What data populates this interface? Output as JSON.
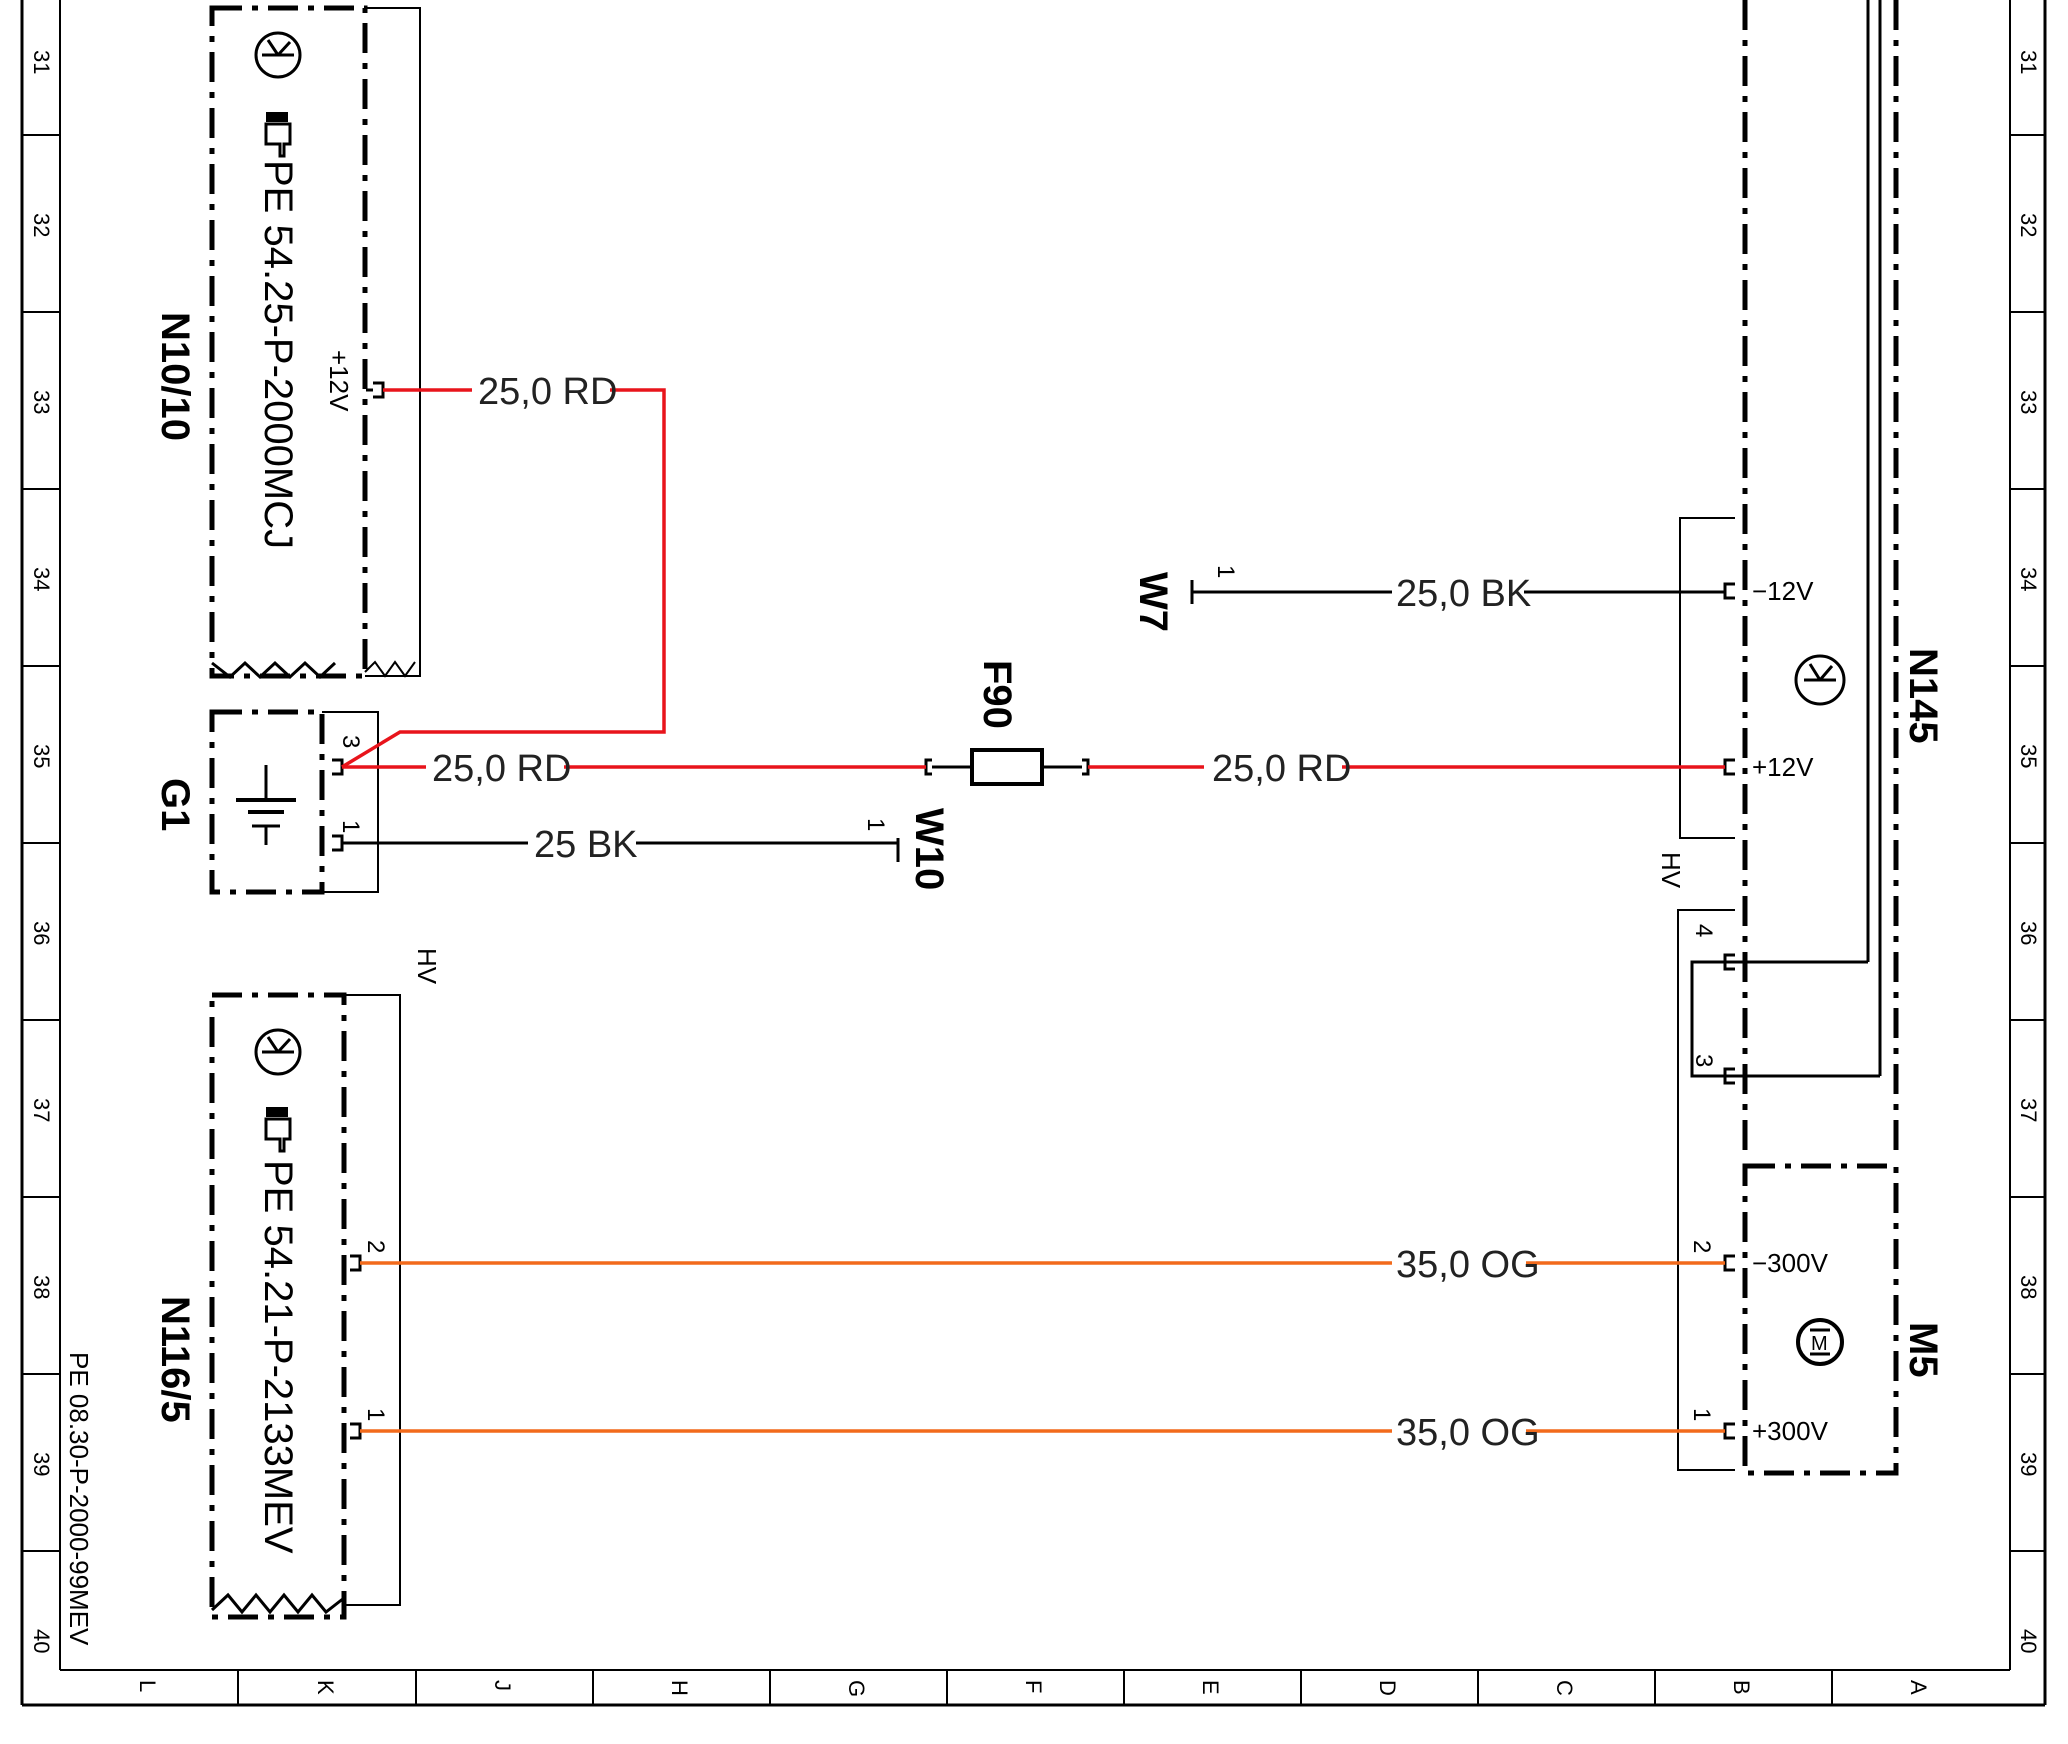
{
  "grid": {
    "rows": [
      "31",
      "32",
      "33",
      "34",
      "35",
      "36",
      "37",
      "38",
      "39",
      "40"
    ],
    "columns": [
      "L",
      "K",
      "J",
      "H",
      "G",
      "F",
      "E",
      "D",
      "C",
      "B",
      "A"
    ]
  },
  "document_ref": "PE 08.30-P-2000-99MEV",
  "components": {
    "n10": {
      "id": "N10/10",
      "ref": "PE 54.25-P-2000MCJ",
      "pin_label": "+12V"
    },
    "g1": {
      "id": "G1",
      "pin_3": "3",
      "pin_1": "1"
    },
    "n116": {
      "id": "N116/5",
      "ref": "PE 54.21-P-2133MEV",
      "pin_2": "2",
      "pin_1": "1"
    },
    "f90": {
      "id": "F90"
    },
    "w7": {
      "id": "W7",
      "pin": "1"
    },
    "w10": {
      "id": "W10",
      "pin": "1"
    },
    "n145": {
      "id": "N145",
      "pin_minus": "−12V",
      "pin_plus": "+12V",
      "pin_4": "4",
      "pin_3": "3"
    },
    "m5": {
      "id": "M5",
      "pin_minus": "−300V",
      "pin_plus": "+300V",
      "pin_2": "2",
      "pin_1": "1"
    }
  },
  "wires": {
    "n10_to_g1": "25,0 RD",
    "g1_to_f90": "25,0 RD",
    "f90_to_n145": "25,0 RD",
    "w7_to_n145": "25,0 BK",
    "g1_to_w10": "25 BK",
    "n116_2_to_m5": "35,0 OG",
    "n116_1_to_m5": "35,0 OG"
  },
  "hv_labels": {
    "left": "HV",
    "right": "HV"
  },
  "colors": {
    "red_wire": "#e8141b",
    "orange_wire": "#f26a1b",
    "black_wire": "#000000"
  },
  "icons": [
    "transistor-icon",
    "hand-pointer-icon",
    "battery-ground-icon",
    "motor-icon",
    "fuse-icon"
  ]
}
